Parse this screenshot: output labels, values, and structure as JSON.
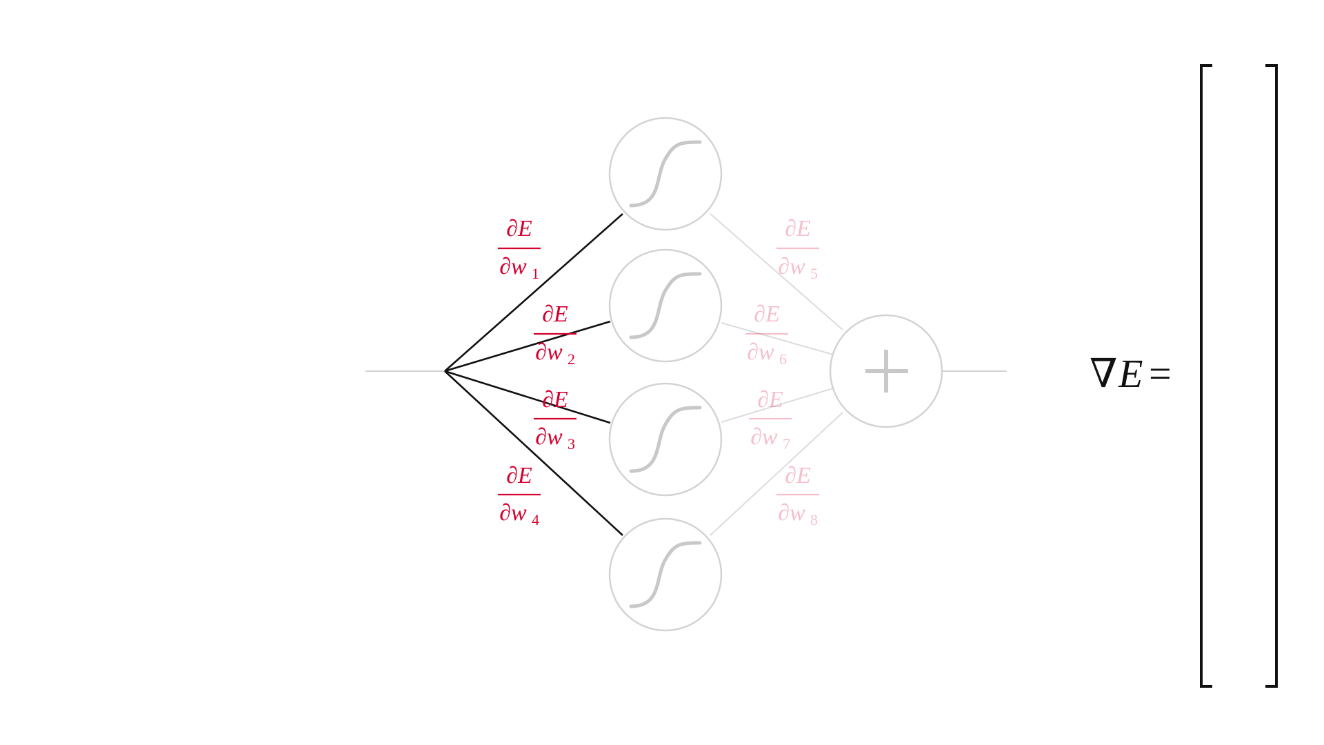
{
  "diagram": {
    "gradient_label": {
      "nabla": "∇",
      "symbol": "E",
      "equals": "="
    },
    "active_color": "#d6002f",
    "faded_node_color": "#d3d3d3",
    "input_edges_active": [
      "w1",
      "w2",
      "w3",
      "w4"
    ],
    "output_edges_active": [],
    "labels": {
      "w1": {
        "num": "∂E",
        "den": "∂w",
        "sub": "1"
      },
      "w2": {
        "num": "∂E",
        "den": "∂w",
        "sub": "2"
      },
      "w3": {
        "num": "∂E",
        "den": "∂w",
        "sub": "3"
      },
      "w4": {
        "num": "∂E",
        "den": "∂w",
        "sub": "4"
      },
      "w5": {
        "num": "∂E",
        "den": "∂w",
        "sub": "5"
      },
      "w6": {
        "num": "∂E",
        "den": "∂w",
        "sub": "6"
      },
      "w7": {
        "num": "∂E",
        "den": "∂w",
        "sub": "7"
      },
      "w8": {
        "num": "∂E",
        "den": "∂w",
        "sub": "8"
      }
    },
    "hidden_nodes": [
      "sigmoid-icon",
      "sigmoid-icon",
      "sigmoid-icon",
      "sigmoid-icon"
    ],
    "output_node": "plus-icon"
  }
}
